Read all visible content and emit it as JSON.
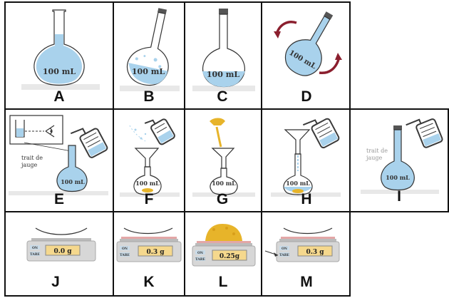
{
  "colors": {
    "liquid": "#a9d2ec",
    "liquid_dark": "#7fb7dd",
    "solid": "#e7b42a",
    "bottle": "#3a3a3a",
    "arrow": "#8b1f2e",
    "tare": "#c9dbe8",
    "display": "#f5d88d"
  },
  "labels": {
    "A": "A",
    "B": "B",
    "C": "C",
    "D": "D",
    "E": "E",
    "F": "F",
    "G": "G",
    "H": "H",
    "I": "I",
    "J": "J",
    "K": "K",
    "L": "L",
    "M": "M"
  },
  "flask_volume": "100 mL",
  "trait_de_jauge": {
    "line1": "trait de",
    "line2": "jauge"
  },
  "scale": {
    "on": "ON",
    "tare": "TARE"
  },
  "readings": {
    "J": "0.0  g",
    "K": "0.3  g",
    "L": "0.25g",
    "M": "0.3  g"
  },
  "icons": [
    "eye-icon",
    "wash-bottle-icon",
    "funnel-icon",
    "rotation-arrow-icon",
    "stopper-icon"
  ]
}
